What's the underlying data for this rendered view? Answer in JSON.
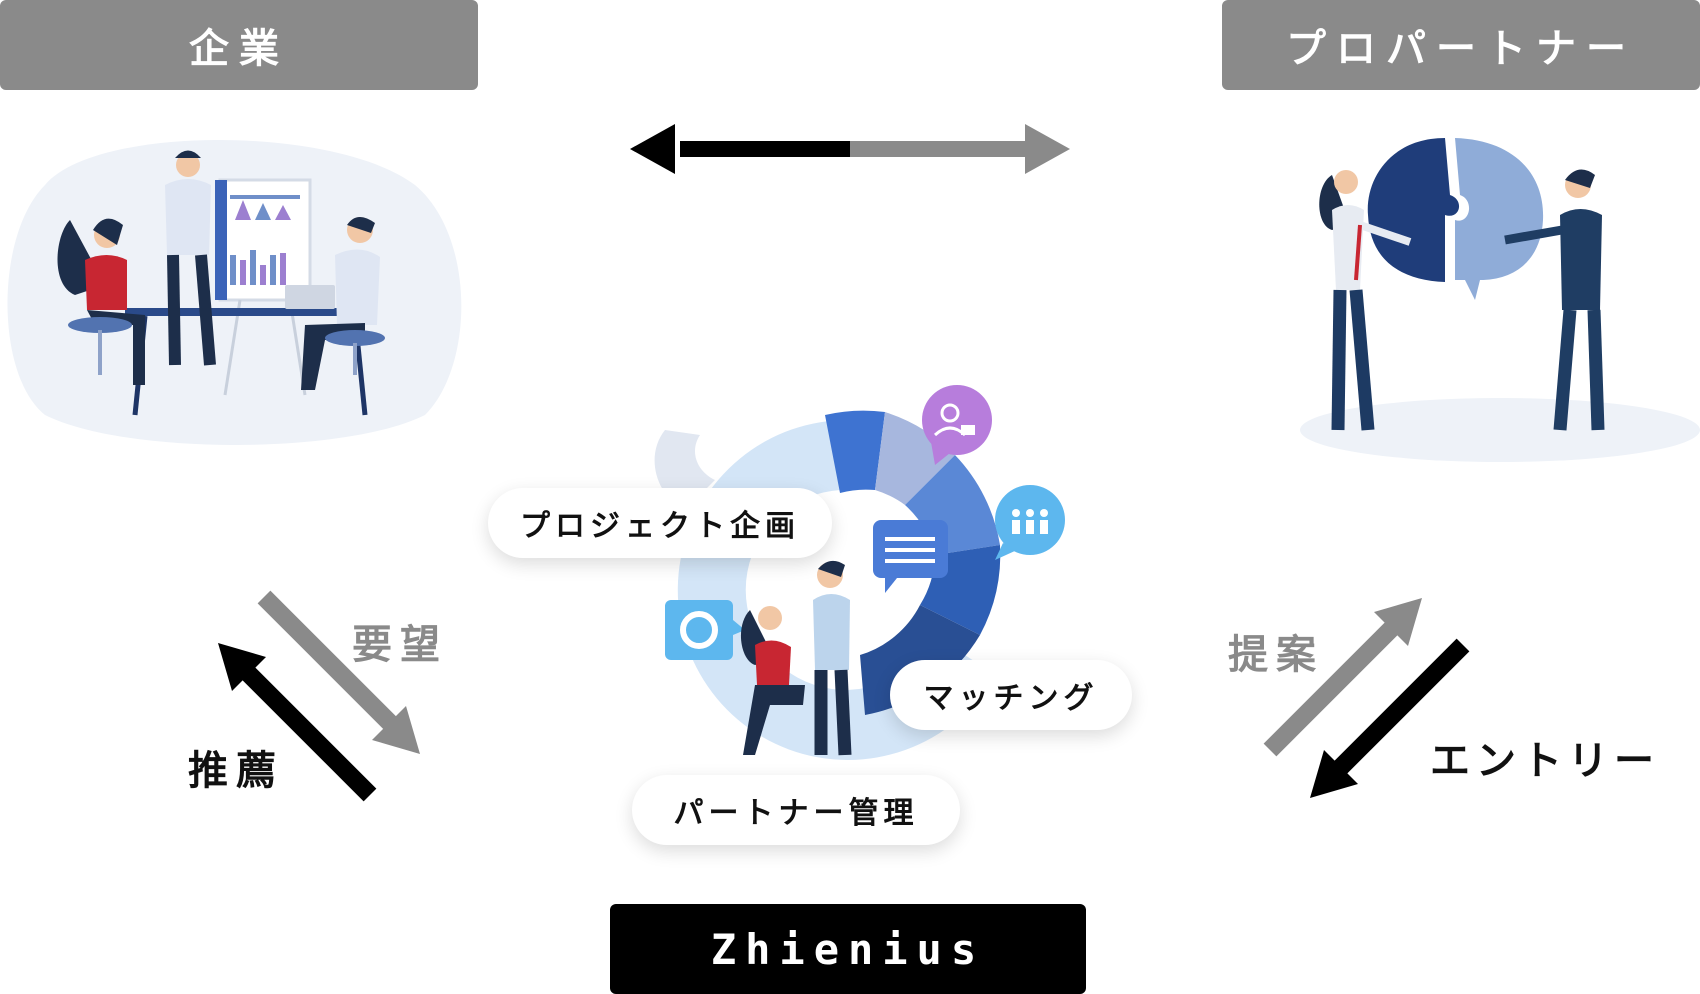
{
  "header": {
    "left_title": "企業",
    "right_title": "プロパートナー"
  },
  "flows": {
    "left_gray_label": "要望",
    "left_black_label": "推薦",
    "right_gray_label": "提案",
    "right_black_label": "エントリー"
  },
  "features": {
    "project": "プロジェクト企画",
    "matching": "マッチング",
    "partner_mgmt": "パートナー管理"
  },
  "brand": {
    "name": "Zhienius"
  },
  "colors": {
    "header_gray": "#8a8a8a",
    "arrow_gray": "#8a8a8a",
    "arrow_black": "#000000",
    "accent_blue": "#2f6fd0",
    "navy": "#1f3d63",
    "purple": "#b77ddc",
    "light_blue": "#5db7ee"
  }
}
